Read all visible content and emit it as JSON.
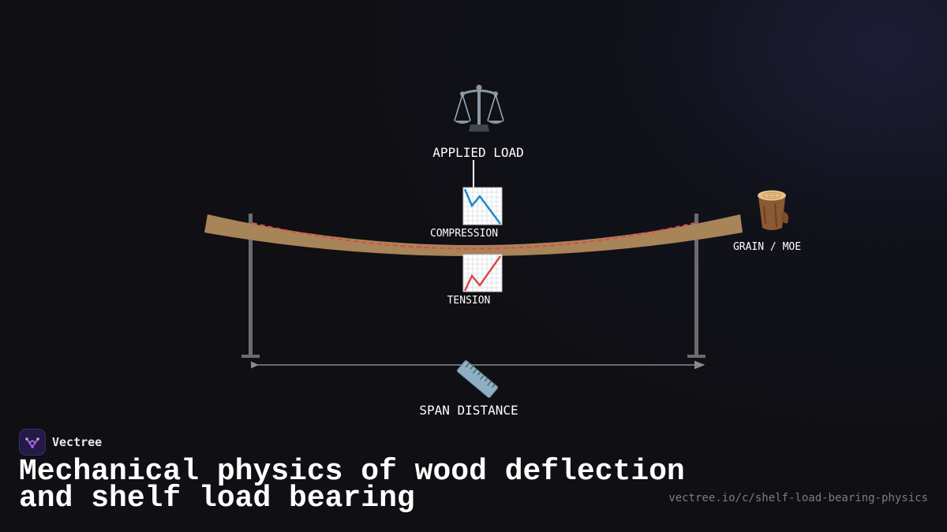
{
  "diagram": {
    "load_label": "APPLIED LOAD",
    "load_icon": "balance-scale-icon",
    "compression_label": "COMPRESSION",
    "compression_icon": "chart-decreasing-icon",
    "tension_label": "TENSION",
    "tension_icon": "chart-increasing-icon",
    "grain_label": "GRAIN / MOE",
    "grain_icon": "wood-log-icon",
    "span_label": "SPAN DISTANCE",
    "span_icon": "ruler-icon",
    "colors": {
      "beam": "#a88459",
      "neutral_axis": "#e04848",
      "support": "#6b6b70",
      "dimension_line": "#8a8a90"
    }
  },
  "brand": {
    "name": "Vectree",
    "logo_icon": "vectree-logo-icon"
  },
  "footer": {
    "title_line1": "Mechanical physics of wood deflection",
    "title_line2": "and shelf load bearing",
    "url": "vectree.io/c/shelf-load-bearing-physics"
  }
}
